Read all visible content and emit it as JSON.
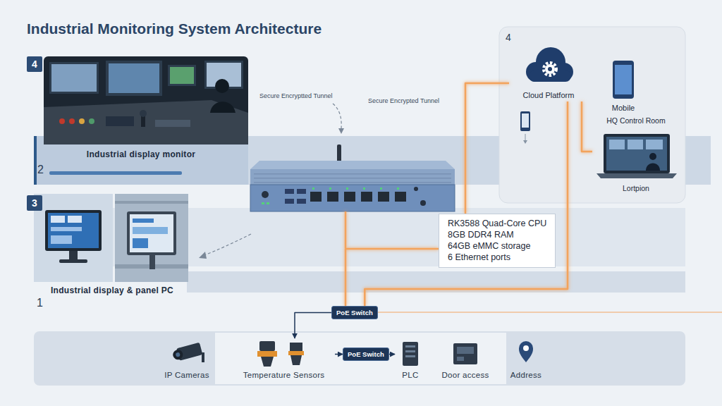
{
  "diagram": {
    "title": "Industrial Monitoring System Architecture",
    "nodes": [
      {
        "text": [
          "Industrial display monitor"
        ]
      },
      {
        "text": [
          "Cloud Platform"
        ]
      },
      {
        "text": [
          "Mobile"
        ]
      },
      {
        "text": [
          "HQ Control Room",
          "Lortpion"
        ]
      },
      {
        "text": [
          "RK3588 Quad-Core CPU",
          "8GB DDR4 RAM",
          "64GB eMMC storage",
          "6 Ethernet ports"
        ]
      },
      {
        "text": [
          "Industrial display & panel PC"
        ]
      },
      {
        "text": [
          "PoE Switch"
        ]
      },
      {
        "text": [
          "IP Cameras"
        ]
      },
      {
        "text": [
          "Temperature Sensors"
        ]
      },
      {
        "text": [
          "PoE Switch"
        ]
      },
      {
        "text": [
          "PLC"
        ]
      },
      {
        "text": [
          "Door access"
        ]
      },
      {
        "text": [
          "Address"
        ]
      }
    ],
    "edges": [
      {
        "from": 4,
        "to": 1,
        "arrow": "none"
      },
      {
        "from": 1,
        "to": 3,
        "arrow": "none"
      },
      {
        "from": 1,
        "to": 6,
        "arrow": "none"
      },
      {
        "from": 4,
        "to": 6,
        "arrow": "none"
      },
      {
        "from": 6,
        "to": 8,
        "arrow": "to"
      },
      {
        "from": 8,
        "to": 9,
        "arrow": "to"
      },
      {
        "from": 9,
        "to": 10,
        "arrow": "to"
      }
    ],
    "labels": [
      "4",
      "Secure Encryptted Tunnel",
      "Secure Encrypted Tunnel",
      "4",
      "2",
      "3",
      "1"
    ]
  }
}
